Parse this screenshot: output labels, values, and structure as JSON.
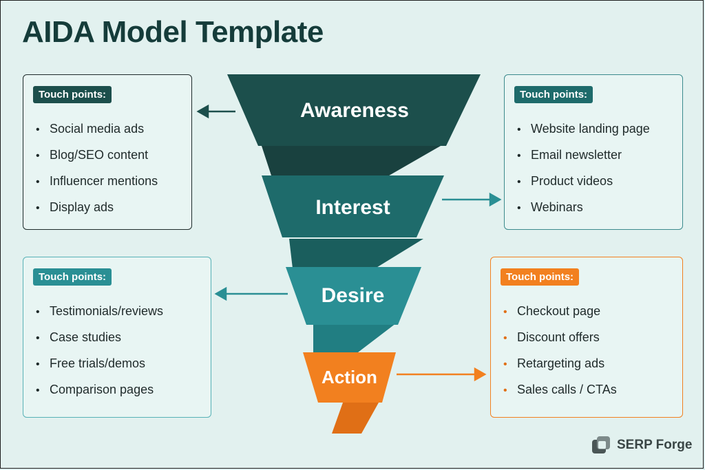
{
  "title": "AIDA Model Template",
  "colors": {
    "awareness": "#1c4f4c",
    "interest": "#1e6b6b",
    "desire": "#2a8f94",
    "action": "#f2801f",
    "tag_dark": "#1c4f4c",
    "tag_teal": "#2a8f94",
    "tag_orange": "#f2801f"
  },
  "stages": [
    {
      "label": "Awareness"
    },
    {
      "label": "Interest"
    },
    {
      "label": "Desire"
    },
    {
      "label": "Action"
    }
  ],
  "cards": [
    {
      "tag": "Touch points:",
      "items": [
        "Social media ads",
        "Blog/SEO content",
        "Influencer mentions",
        "Display ads"
      ]
    },
    {
      "tag": "Touch points:",
      "items": [
        "Website landing page",
        "Email newsletter",
        "Product videos",
        "Webinars"
      ]
    },
    {
      "tag": "Touch points:",
      "items": [
        "Testimonials/reviews",
        "Case studies",
        "Free trials/demos",
        "Comparison pages"
      ]
    },
    {
      "tag": "Touch points:",
      "items": [
        "Checkout page",
        "Discount offers",
        "Retargeting ads",
        "Sales calls / CTAs"
      ]
    }
  ],
  "bullet": "•",
  "brand": {
    "name": "SERP Forge",
    "icon": "serp-forge-logo-icon"
  }
}
